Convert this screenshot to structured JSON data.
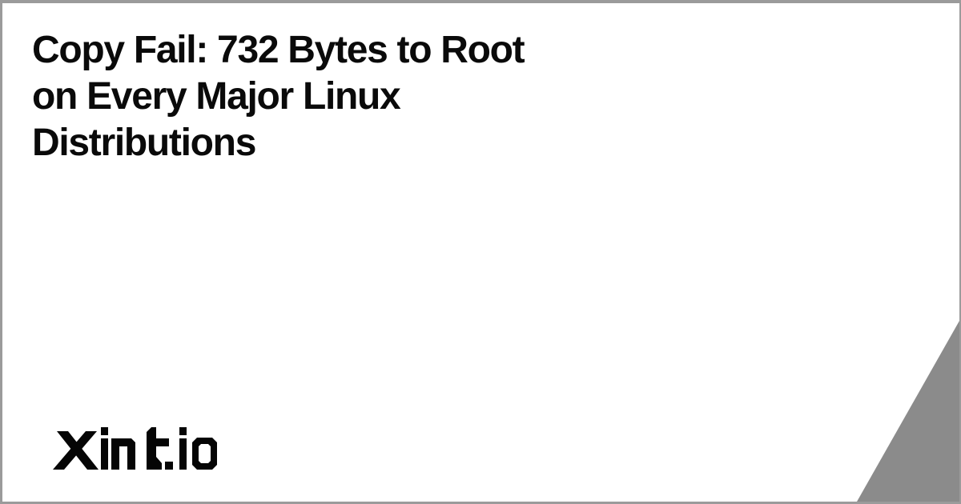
{
  "card": {
    "title": {
      "lines": [
        "Copy Fail: 732 Bytes to Root",
        "on Every Major Linux",
        "Distributions"
      ]
    },
    "brand": {
      "logo_text": "Xint.io"
    },
    "colors": {
      "background": "#ffffff",
      "border": "#9b9b9b",
      "triangle": "#8b8b8b",
      "title": "#0a0a0a",
      "logo": "#050505"
    }
  }
}
